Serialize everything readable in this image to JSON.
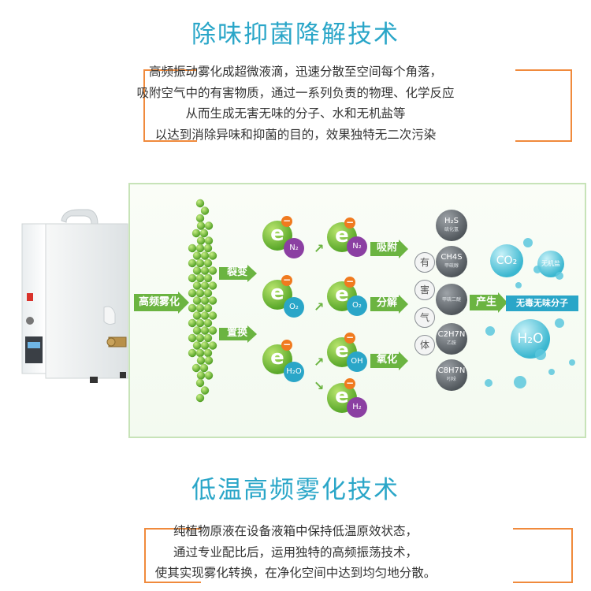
{
  "top": {
    "title": "除味抑菌降解技术",
    "lines": [
      "高频振动雾化成超微液滴，迅速分散至空间每个角落，",
      "吸附空气中的有害物质，通过一系列负责的物理、化学反应",
      "从而生成无害无味的分子、水和无机盐等",
      "以达到消除异味和抑菌的目的，效果独特无二次污染"
    ]
  },
  "diagram": {
    "atomize_label": "高频雾化",
    "split_label": "裂变",
    "replace_label": "置换",
    "adsorb_label": "吸附",
    "decompose_label": "分解",
    "oxidize_label": "氧化",
    "produce_label": "产生",
    "electron_symbol": "e",
    "col1_molecules": [
      "N₂",
      "O₂",
      "H₂O"
    ],
    "col2_molecules": [
      "N₂",
      "O₂",
      "OH",
      "H₂"
    ],
    "harmful_chars": [
      "有",
      "害",
      "气",
      "体"
    ],
    "pollutants": [
      {
        "formula": "H₂S",
        "name": "硫化氢"
      },
      {
        "formula": "CH4S",
        "name": "甲硫醇"
      },
      {
        "formula": "",
        "name": "甲硫二醚"
      },
      {
        "formula": "C2H7N",
        "name": "乙胺"
      },
      {
        "formula": "C8H7N",
        "name": "吲哚"
      }
    ],
    "outputs": {
      "co2": "CO₂",
      "salt": "无机盐",
      "h2o": "H₂O",
      "badge": "无毒无味分子"
    },
    "colors": {
      "green": "#6bb441",
      "orange": "#f07a1f",
      "blue": "#2aa6c8",
      "frame": "#f08a3c"
    }
  },
  "bottom": {
    "title": "低温高频雾化技术",
    "lines": [
      "纯植物原液在设备液箱中保持低温原效状态，",
      "通过专业配比后，运用独特的高频振荡技术，",
      "使其实现雾化转换，在净化空间中达到均匀地分散。"
    ]
  }
}
